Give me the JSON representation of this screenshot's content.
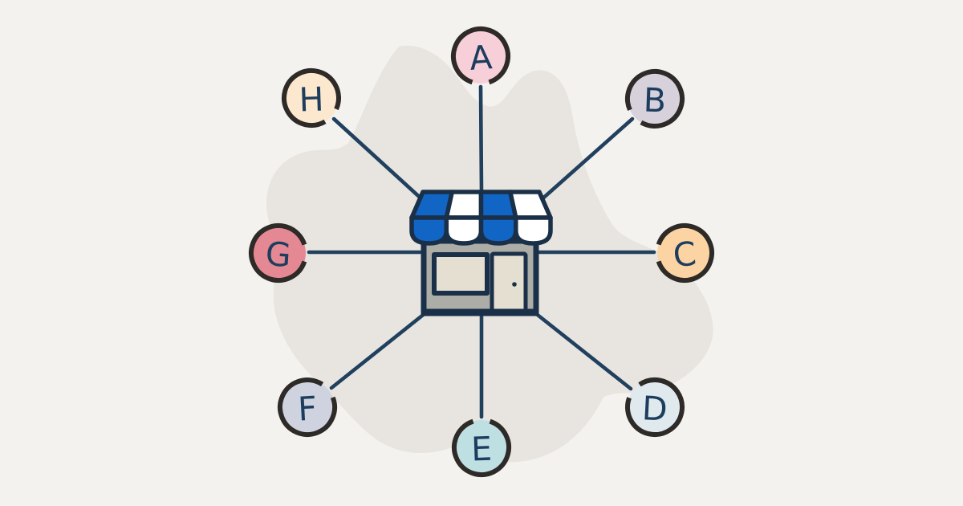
{
  "illustration": {
    "description": "storefront-hub-spoke-diagram",
    "background": {
      "canvas_color": "#f4f2ee",
      "blob_color": "#e8e5e0"
    },
    "connector": {
      "color": "#21405e"
    },
    "node_style": {
      "ring_color": "#2d2a27",
      "label_color": "#1d3d5e"
    },
    "nodes": [
      {
        "label": "A",
        "fill": "#f7cfd8"
      },
      {
        "label": "B",
        "fill": "#d6d1db"
      },
      {
        "label": "C",
        "fill": "#fcd3a3"
      },
      {
        "label": "D",
        "fill": "#e0eaee"
      },
      {
        "label": "E",
        "fill": "#bfe0e2"
      },
      {
        "label": "F",
        "fill": "#ced3df"
      },
      {
        "label": "G",
        "fill": "#e48893"
      },
      {
        "label": "H",
        "fill": "#fce8ce"
      }
    ],
    "store": {
      "icon": "storefront-icon",
      "outline_color": "#1a3049",
      "awning_blue": "#1065c5",
      "awning_white": "#ffffff",
      "body_gray": "#adada8",
      "trim_beige": "#e4dfd1"
    }
  }
}
